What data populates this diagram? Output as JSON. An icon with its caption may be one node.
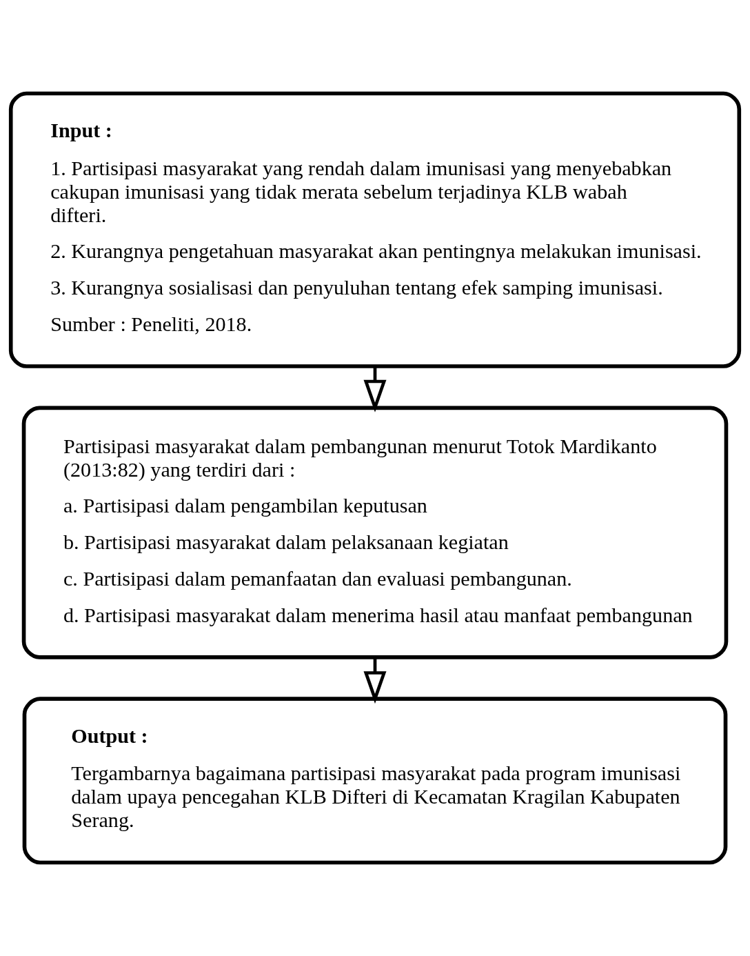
{
  "diagram": {
    "nodes": [
      {
        "text": [
          "Input :",
          "1. Partisipasi masyarakat yang rendah dalam imunisasi yang menyebabkan cakupan imunisasi yang tidak merata sebelum terjadinya KLB wabah difteri.",
          "2. Kurangnya pengetahuan masyarakat akan pentingnya melakukan imunisasi.",
          "3. Kurangnya sosialisasi dan penyuluhan tentang efek samping imunisasi.",
          "Sumber : Peneliti, 2018."
        ]
      },
      {
        "text": [
          "Partisipasi masyarakat dalam pembangunan menurut Totok Mardikanto (2013:82) yang terdiri dari :",
          "a. Partisipasi dalam pengambilan keputusan",
          "b. Partisipasi masyarakat dalam pelaksanaan kegiatan",
          "c. Partisipasi dalam pemanfaatan dan evaluasi pembangunan.",
          "d. Partisipasi masyarakat dalam menerima hasil atau manfaat pembangunan"
        ]
      },
      {
        "text": [
          "Output :",
          "Tergambarnya bagaimana partisipasi masyarakat pada program imunisasi dalam upaya pencegahan KLB Difteri di Kecamatan Kragilan Kabupaten Serang."
        ]
      }
    ],
    "edges": [
      {
        "from": 0,
        "to": 1,
        "arrow": "to"
      },
      {
        "from": 1,
        "to": 2,
        "arrow": "to"
      }
    ]
  }
}
